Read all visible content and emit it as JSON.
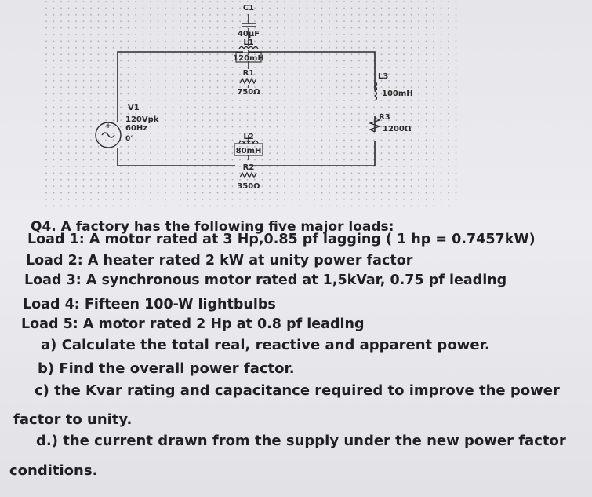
{
  "circuit": {
    "source": {
      "name": "V1",
      "amplitude": "120Vpk",
      "frequency": "60Hz",
      "phase": "0°",
      "symbol": "~"
    },
    "c1": {
      "name": "C1",
      "value": "40µF"
    },
    "l1": {
      "name": "L1",
      "value": "120mH"
    },
    "r1": {
      "name": "R1",
      "value": "750Ω"
    },
    "l2": {
      "name": "L2",
      "value": "80mH"
    },
    "r2": {
      "name": "R2",
      "value": "350Ω"
    },
    "l3": {
      "name": "L3",
      "value": "100mH"
    },
    "r3": {
      "name": "R3",
      "value": "1200Ω"
    }
  },
  "question": {
    "heading": "Q4. A factory has the following five major loads:",
    "loads": [
      "Load 1: A motor rated at 3 Hp,0.85 pf lagging ( 1 hp = 0.7457kW)",
      "Load 2: A heater rated 2 kW at unity power factor",
      "Load 3: A synchronous motor rated at 1,5kVar, 0.75 pf leading",
      "Load 4: Fifteen 100-W lightbulbs",
      "Load 5: A motor rated 2 Hp at 0.8 pf leading"
    ],
    "part_a": "a) Calculate the total real, reactive and apparent power.",
    "part_b": "b) Find the overall power factor.",
    "part_c_1": "c) the Kvar rating and capacitance required to improve the power",
    "part_c_2": "factor to unity.",
    "part_d_1": "d.) the current drawn from the supply under the new power factor",
    "part_d_2": "conditions."
  }
}
